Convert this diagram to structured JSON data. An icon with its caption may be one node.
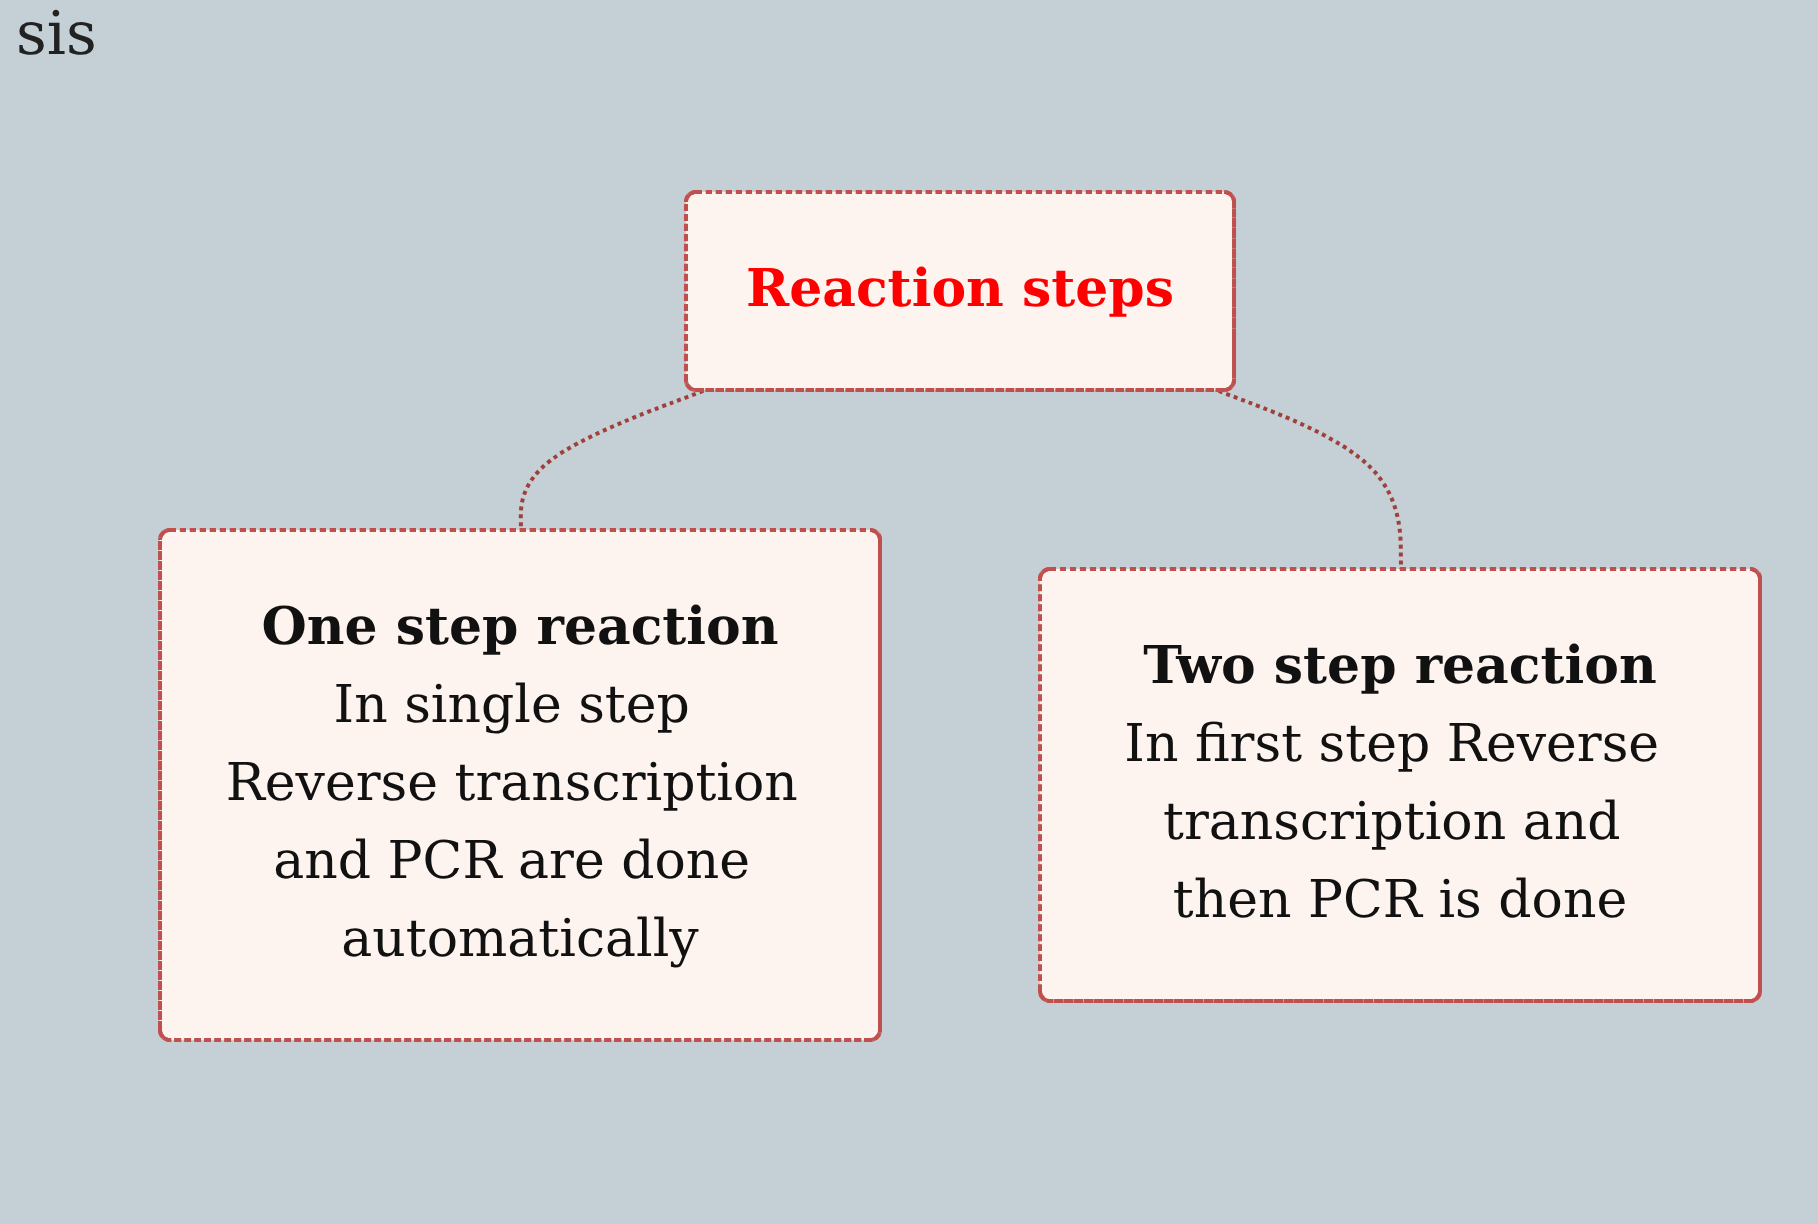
{
  "diagram": {
    "title": "sis",
    "nodes": [
      {
        "text": [
          "Reaction steps"
        ]
      },
      {
        "text": [
          "One step reaction",
          "In single step Reverse transcription and PCR are done automatically"
        ]
      },
      {
        "text": [
          "Two step reaction",
          "In first step Reverse transcription and then PCR is done"
        ]
      }
    ],
    "edges": [
      {
        "from": 0,
        "to": 1,
        "arrow": "none",
        "style": "dashed"
      },
      {
        "from": 0,
        "to": 2,
        "arrow": "none",
        "style": "dashed"
      }
    ]
  }
}
